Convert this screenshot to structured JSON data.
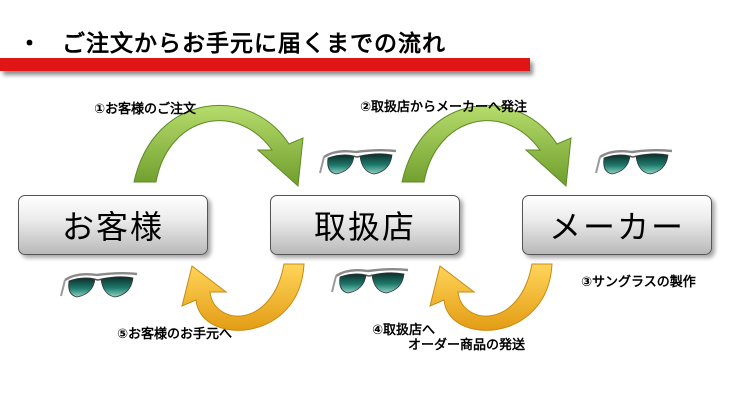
{
  "title": {
    "bullet": "・",
    "text": "ご注文からお手元に届くまでの流れ"
  },
  "nodes": {
    "customer": "お客様",
    "shop": "取扱店",
    "maker": "メーカー"
  },
  "steps": {
    "s1": "①お客様のご注文",
    "s2": "②取扱店からメーカーへ発注",
    "s3": "③サングラスの製作",
    "s4_line1": "④取扱店へ",
    "s4_line2": "オーダー商品の発送",
    "s5": "⑤お客様のお手元へ"
  },
  "colors": {
    "title_bar": "#e01616",
    "forward_arrow": "#8cbd3c",
    "return_arrow": "#f2b526"
  }
}
